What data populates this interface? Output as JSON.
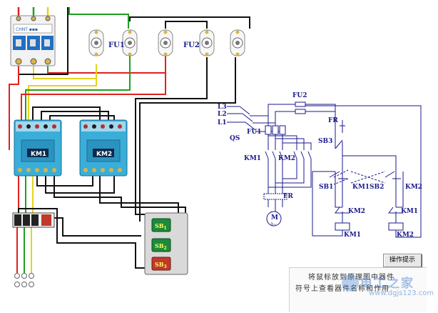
{
  "colors": {
    "wire_red": "#e02020",
    "wire_green": "#1fa01f",
    "wire_yellow": "#e6d21a",
    "wire_black": "#111111",
    "schematic": "#1a1a8c",
    "contactor_body": "#3aaed8",
    "sb_green": "#1c8a3a",
    "sb_red": "#c0392b"
  },
  "wiring": {
    "fuse_groups": {
      "fu1": "FU1",
      "fu2": "FU2"
    },
    "contactors": {
      "km1": "KM1",
      "km2": "KM2"
    },
    "buttons": {
      "sb1": "SB",
      "sb1_sub": "1",
      "sb2": "SB",
      "sb2_sub": "2",
      "sb3": "SB",
      "sb3_sub": "3"
    }
  },
  "schematic": {
    "phases": [
      "L3",
      "L2",
      "L1"
    ],
    "qs": "QS",
    "fu1": "FU1",
    "fu2": "FU2",
    "km1_main": "KM1",
    "km2_main": "KM2",
    "fr_main": "FR",
    "motor_letter": "M",
    "motor_phase": "3~",
    "fr_nc": "FR",
    "sb3": "SB3",
    "sb1": "SB1",
    "km1_hold": "KM1",
    "sb2": "SB2",
    "km2_hold": "KM2",
    "km2_interlock": "KM2",
    "km1_interlock": "KM1",
    "km1_coil": "KM1",
    "km2_coil": "KM2"
  },
  "hint": {
    "button": "操作提示",
    "line1": "将鼠标放到原理图中器件",
    "line2": "符号上查看器件名称和作用"
  },
  "watermark": {
    "name": "电工之家",
    "url": "www.dgjs123.com"
  }
}
